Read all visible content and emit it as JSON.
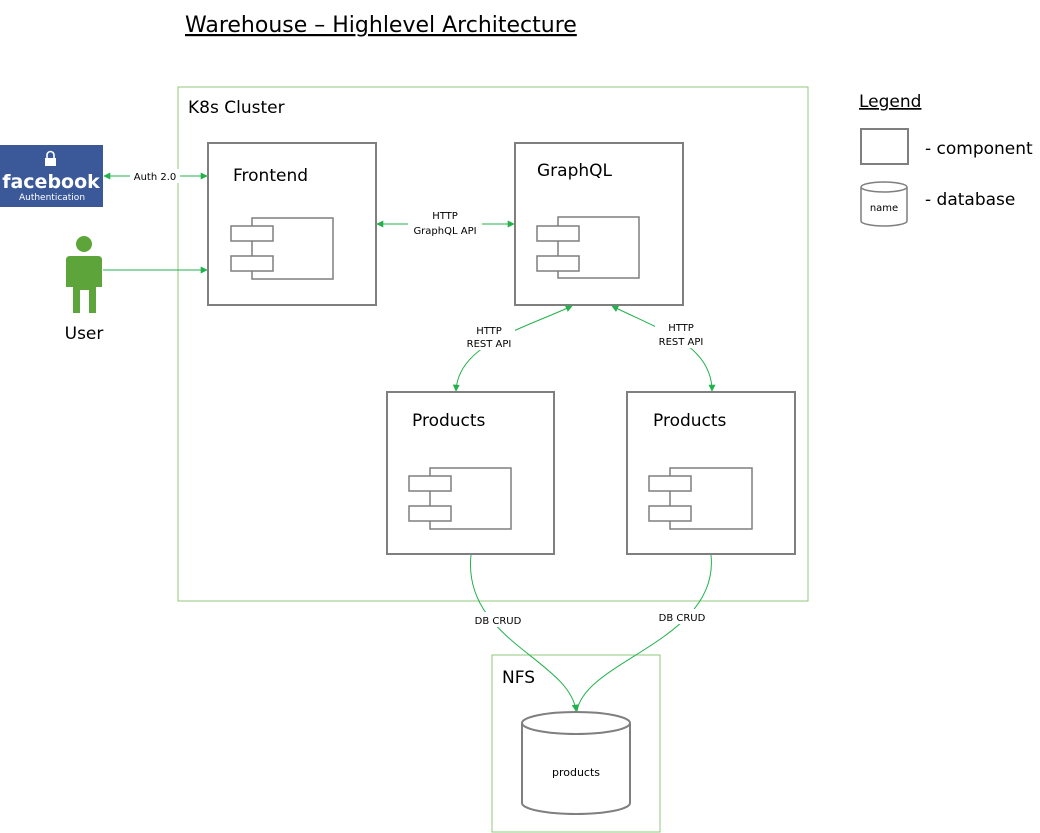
{
  "title": "Warehouse – Highlevel Architecture",
  "cluster_label": "K8s Cluster",
  "components": {
    "frontend": "Frontend",
    "graphql": "GraphQL",
    "products_left": "Products",
    "products_right": "Products"
  },
  "nfs_label": "NFS",
  "database_name": "products",
  "external": {
    "facebook_wordmark": "facebook",
    "facebook_sub": "Authentication",
    "user_label": "User"
  },
  "edges": {
    "auth": "Auth 2.0",
    "graphql_api_line1": "HTTP",
    "graphql_api_line2": "GraphQL API",
    "rest_left_line1": "HTTP",
    "rest_left_line2": "REST API",
    "rest_right_line1": "HTTP",
    "rest_right_line2": "REST API",
    "crud_left": "DB CRUD",
    "crud_right": "DB CRUD"
  },
  "legend": {
    "title": "Legend",
    "component_label": "- component",
    "database_label": "- database",
    "database_sample": "name"
  },
  "colors": {
    "green_border": "#8fc97a",
    "edge_green": "#22b14c",
    "user_green": "#5da53a",
    "facebook_blue": "#3b5998",
    "box_border": "#7f7f7f"
  }
}
